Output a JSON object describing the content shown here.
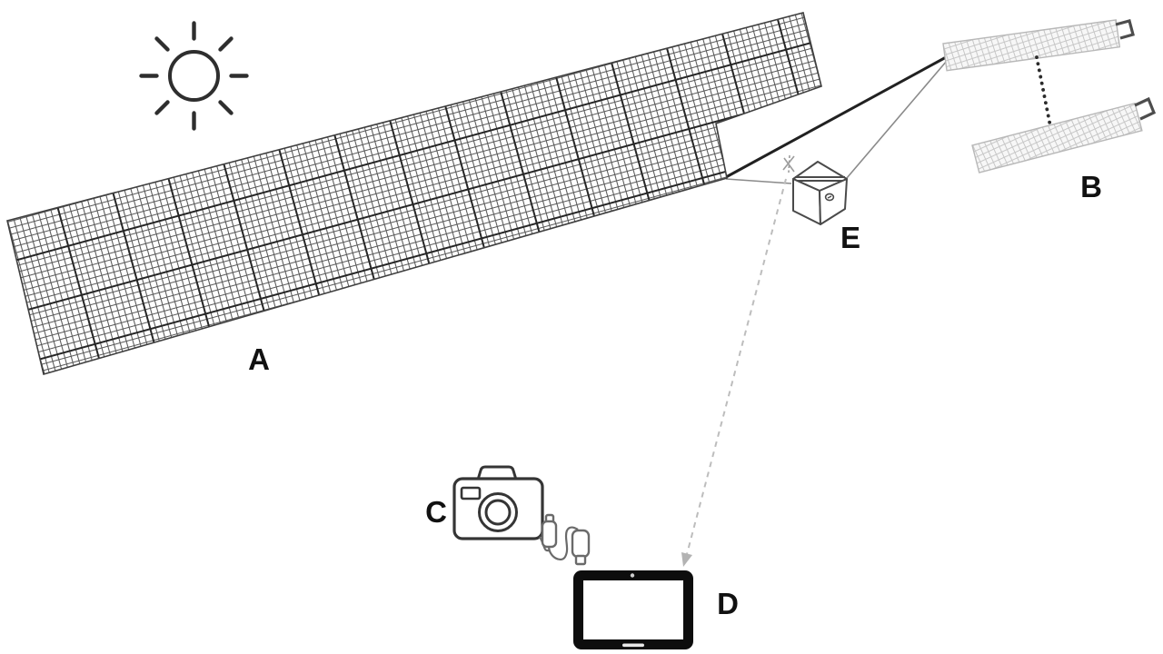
{
  "figure": {
    "labels": {
      "solar_array": "A",
      "reference_panels": "B",
      "camera": "C",
      "tablet": "D",
      "sensor_box": "E"
    },
    "colors": {
      "background": "#ffffff",
      "label": "#111111",
      "stroke_dark": "#2e2e2e",
      "grid_line": "#575757",
      "grid_divider": "#262626",
      "panel_b_fill": "#f7f7f7",
      "panel_b_grid": "#c7c7c7",
      "link_thick": "#212121",
      "link_thin": "#8a8a8a",
      "wireless_dashed": "#bdbdbd",
      "arrowhead": "#b3b3b3",
      "dotted_connector": "#2b2b2b",
      "bracket": "#4d4d4d"
    },
    "icons": [
      "sun-icon",
      "solar-array-icon",
      "solar-strip-icon",
      "mounting-bracket-icon",
      "box-icon",
      "camera-icon",
      "usb-cable-icon",
      "tablet-icon",
      "wireless-x-icon",
      "arrowhead-icon"
    ]
  }
}
